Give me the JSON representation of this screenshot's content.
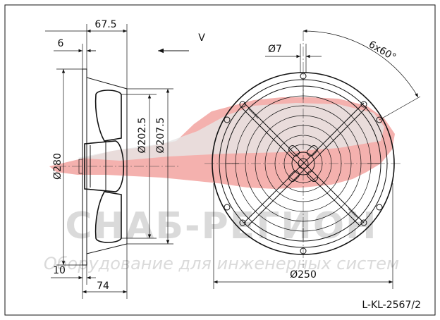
{
  "dimensions": {
    "width_67_5": "67.5",
    "width_6": "6",
    "view_label": "V",
    "dia_7": "Ø7",
    "holes": "6x60°",
    "dia_280": "Ø280",
    "dia_202_5": "Ø202.5",
    "dia_207_5": "Ø207.5",
    "height_10": "10",
    "depth_74": "74",
    "dia_250": "Ø250"
  },
  "drawing_code": "L-KL-2567/2",
  "watermark": {
    "brand": "СНАБ-РЕГИОН",
    "tagline": "Оборудование для инженерных систем",
    "map_color": "#e8554e"
  }
}
